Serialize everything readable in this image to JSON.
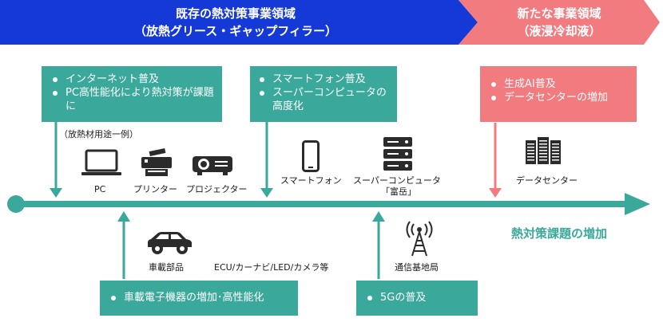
{
  "banner": {
    "existing": {
      "line1": "既存の熱対策事業領域",
      "line2": "（放熱グリース・ギャップフィラー）"
    },
    "new": {
      "line1": "新たな事業領域",
      "line2": "（液浸冷却液）"
    }
  },
  "boxes": {
    "internet": [
      "インターネット普及",
      "PC高性能化により熱対策が課題に"
    ],
    "smartphone": [
      "スマートフォン普及",
      "スーパーコンピュータの高度化"
    ],
    "ai": [
      "生成AI普及",
      "データセンターの増加"
    ],
    "car": [
      "車載電子機器の増加･高性能化"
    ],
    "fiveg": [
      "5Gの普及"
    ]
  },
  "labels": {
    "example": "（放熱材用途一例）",
    "pc": "PC",
    "printer": "プリンター",
    "projector": "プロジェクター",
    "smartphone": "スマートフォン",
    "supercomputer": "スーパーコンピュータ",
    "supercomputer_name": "「富岳」",
    "datacenter": "データセンター",
    "car_parts": "車載部品",
    "car_examples": "ECU/カーナビ/LED/カメラ等",
    "base_station": "通信基地局"
  },
  "trend": "熱対策課題の増加",
  "colors": {
    "banner_blue": "#1539d6",
    "banner_pink": "#f27b7f",
    "teal": "#3aa99b",
    "icon": "#2b2b2b"
  }
}
